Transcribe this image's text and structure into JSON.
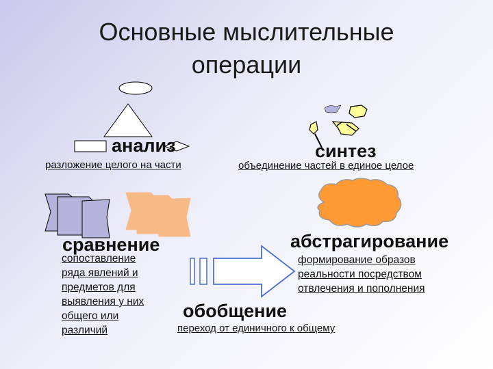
{
  "slide": {
    "title_line1": "Основные мыслительные",
    "title_line2": "операции"
  },
  "analysis": {
    "heading": "анализ",
    "description": "разложение целого на части"
  },
  "synthesis": {
    "heading": "синтез",
    "description": "объединение частей в единое целое"
  },
  "comparison": {
    "heading": "сравнение",
    "description_lines": [
      "сопоставление",
      "ряда явлений и",
      "предметов для",
      "выявления у них",
      "общего  или",
      "различий"
    ]
  },
  "abstraction": {
    "heading": "абстрагирование",
    "description_lines": [
      "формирование образов",
      "реальности посредством",
      "отвлечения и пополнения"
    ]
  },
  "generalization": {
    "heading": "обобщение",
    "description": "переход от единичного к общему"
  },
  "colors": {
    "card_fill": "#b3b3dc",
    "cloud_fill": "#ff9933",
    "peach_fill": "#f7b986",
    "arrow_fill": "#ffffff",
    "arrow_stroke": "#4b6fd1",
    "yellow_piece": "#ffff99"
  }
}
